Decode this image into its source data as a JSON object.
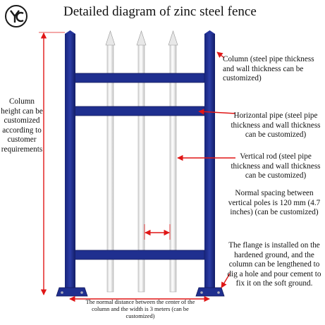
{
  "header": {
    "logo_text": "Yc",
    "title": "Detailed diagram of zinc steel fence"
  },
  "annotations": {
    "column_height": "Column height can be customized according to customer requirements",
    "column": "Column (steel pipe thickness and wall thickness can be customized)",
    "horizontal_pipe": "Horizontal pipe (steel pipe thickness and wall thickness can be customized)",
    "vertical_rod": "Vertical rod (steel pipe thickness and wall thickness can be customized)",
    "spacing": "Normal spacing between vertical poles is 120 mm (4.7 inches) (can be customized)",
    "flange": "The flange is installed on the hardened ground, and the column can be lengthened to dig a hole and pour cement to fix it on the soft ground.",
    "bottom": "The normal distance between the center of the column and the width is 3 meters (can be customized)"
  },
  "colors": {
    "frame_blue": "#1f2f8f",
    "rod_white": "#f1f1f1",
    "arrow_red": "#e01616",
    "text": "#111111"
  }
}
